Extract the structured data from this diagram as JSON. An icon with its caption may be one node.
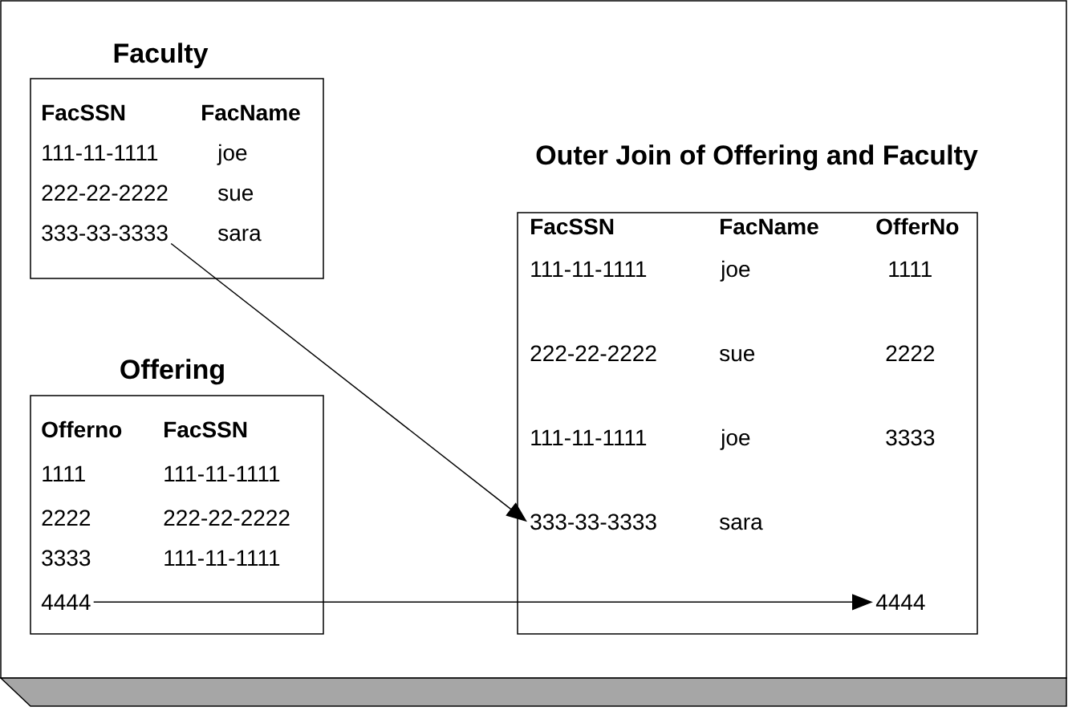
{
  "diagram": {
    "nodes": [
      {
        "text": [
          "Faculty"
        ]
      },
      {
        "text": [
          "FacSSN"
        ],
        "in": 0
      },
      {
        "text": [
          "FacName"
        ],
        "in": 0
      },
      {
        "text": [
          "111-11-1111"
        ],
        "in": 0
      },
      {
        "text": [
          "joe"
        ],
        "in": 0
      },
      {
        "text": [
          "222-22-2222"
        ],
        "in": 0
      },
      {
        "text": [
          "sue"
        ],
        "in": 0
      },
      {
        "text": [
          "333-33-3333"
        ],
        "in": 0
      },
      {
        "text": [
          "sara"
        ],
        "in": 0
      },
      {
        "text": [
          "Offering"
        ]
      },
      {
        "text": [
          "Offerno"
        ],
        "in": 9
      },
      {
        "text": [
          "FacSSN"
        ],
        "in": 9
      },
      {
        "text": [
          "1111"
        ],
        "in": 9
      },
      {
        "text": [
          "111-11-1111"
        ],
        "in": 9
      },
      {
        "text": [
          "2222"
        ],
        "in": 9
      },
      {
        "text": [
          "222-22-2222"
        ],
        "in": 9
      },
      {
        "text": [
          "3333"
        ],
        "in": 9
      },
      {
        "text": [
          "111-11-1111"
        ],
        "in": 9
      },
      {
        "text": [
          "4444"
        ],
        "in": 9
      },
      {
        "text": [
          "Outer Join of Offering and Faculty"
        ]
      },
      {
        "text": [
          "FacSSN"
        ],
        "in": 19
      },
      {
        "text": [
          "FacName"
        ],
        "in": 19
      },
      {
        "text": [
          "OfferNo"
        ],
        "in": 19
      },
      {
        "text": [
          "111-11-1111"
        ],
        "in": 19
      },
      {
        "text": [
          "joe"
        ],
        "in": 19
      },
      {
        "text": [
          "1111"
        ],
        "in": 19
      },
      {
        "text": [
          "222-22-2222"
        ],
        "in": 19
      },
      {
        "text": [
          "sue"
        ],
        "in": 19
      },
      {
        "text": [
          "2222"
        ],
        "in": 19
      },
      {
        "text": [
          "111-11-1111"
        ],
        "in": 19
      },
      {
        "text": [
          "joe"
        ],
        "in": 19
      },
      {
        "text": [
          "3333"
        ],
        "in": 19
      },
      {
        "text": [
          "333-33-3333"
        ],
        "in": 19
      },
      {
        "text": [
          "sara"
        ],
        "in": 19
      },
      {
        "text": [
          "4444"
        ],
        "in": 19
      }
    ],
    "edges": [
      {
        "from": 7,
        "to": 32,
        "arrow": "to"
      },
      {
        "from": 18,
        "to": 34,
        "arrow": "to"
      }
    ]
  }
}
